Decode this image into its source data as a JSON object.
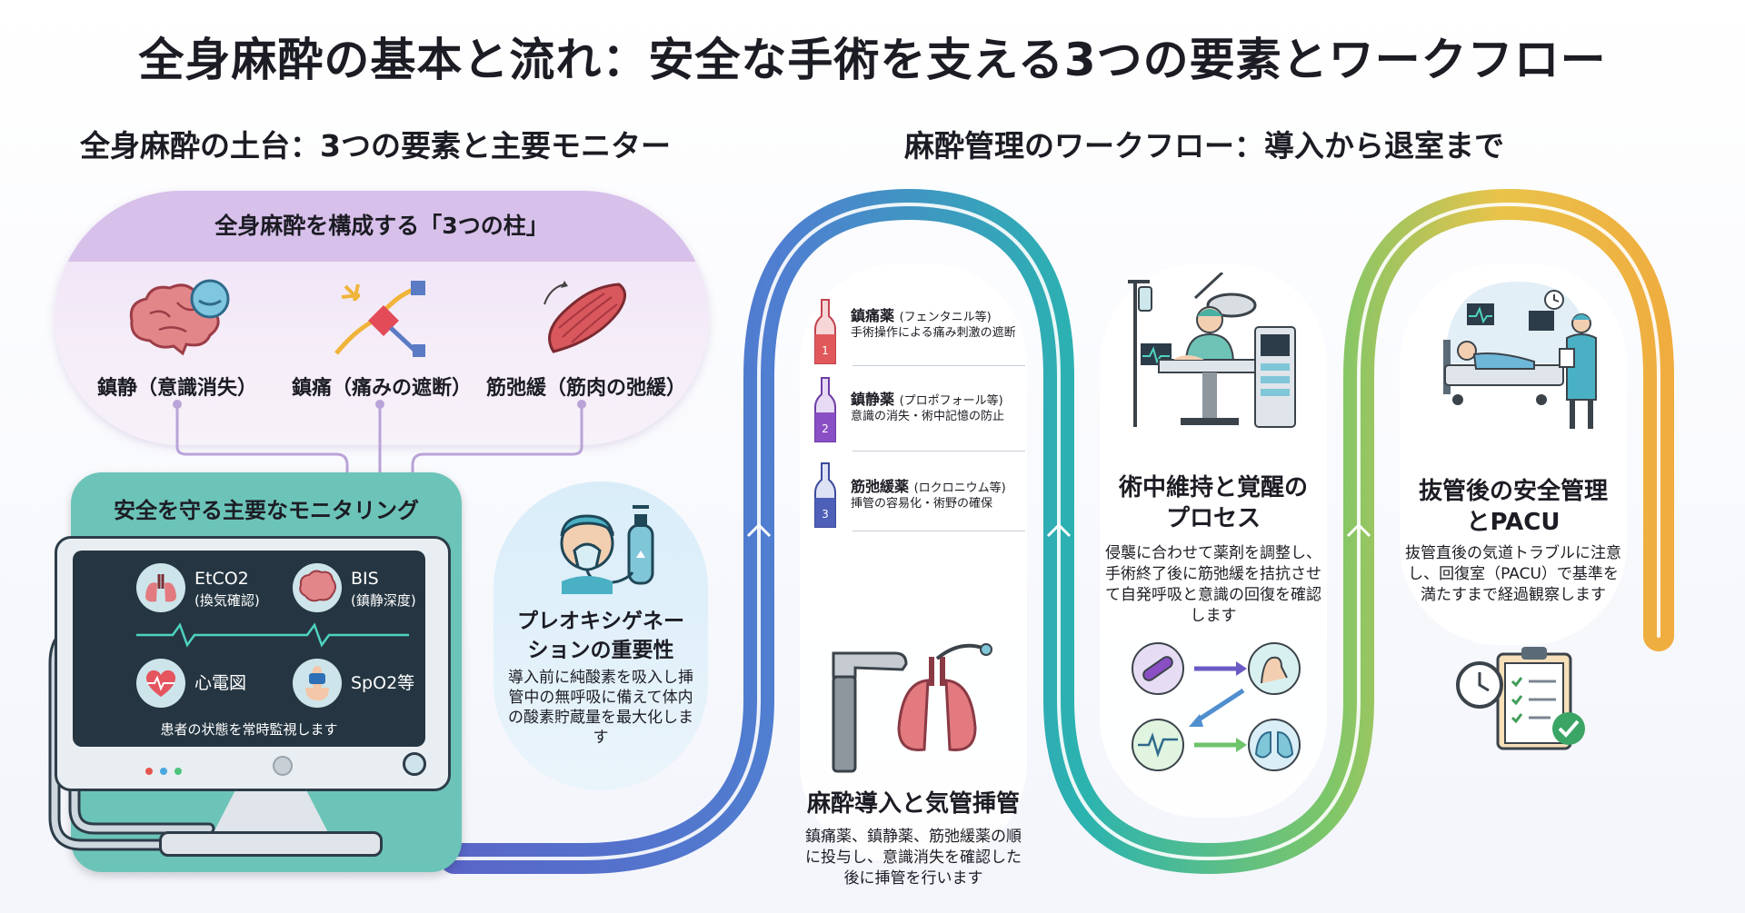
{
  "title": "全身麻酔の基本と流れ：安全な手術を支える3つの要素とワークフロー",
  "left_section_title": "全身麻酔の土台：3つの要素と主要モニター",
  "right_section_title": "麻酔管理のワークフロー：導入から退室まで",
  "pillars": {
    "header": "全身麻酔を構成する「3つの柱」",
    "items": [
      {
        "label": "鎮静（意識消失）",
        "icon": "brain-icon"
      },
      {
        "label": "鎮痛（痛みの遮断）",
        "icon": "nerve-block-icon"
      },
      {
        "label": "筋弛緩（筋肉の弛緩）",
        "icon": "muscle-icon"
      }
    ]
  },
  "monitoring": {
    "title": "安全を守る主要なモニタリング",
    "items": [
      {
        "label": "EtCO2",
        "sub": "(換気確認)",
        "icon": "lungs-icon"
      },
      {
        "label": "BIS",
        "sub": "(鎮静深度)",
        "icon": "brain-icon"
      },
      {
        "label": "心電図",
        "sub": "",
        "icon": "heart-icon"
      },
      {
        "label": "SpO2等",
        "sub": "",
        "icon": "finger-sensor-icon"
      }
    ],
    "caption": "患者の状態を常時監視します"
  },
  "preoxygenation": {
    "title": "プレオキシゲネーションの重要性",
    "title_line1": "プレオキシゲネー",
    "title_line2": "ションの重要性",
    "description": "導入前に純酸素を吸入し挿管中の無呼吸に備えて体内の酸素貯蔵量を最大化します"
  },
  "drugs": [
    {
      "number": "1",
      "name": "鎮痛薬",
      "example": "(フェンタニル等)",
      "description": "手術操作による痛み刺激の遮断",
      "color": "#e0585a"
    },
    {
      "number": "2",
      "name": "鎮静薬",
      "example": "(プロポフォール等)",
      "description": "意識の消失・術中記憶の防止",
      "color": "#8a4fc4"
    },
    {
      "number": "3",
      "name": "筋弛緩薬",
      "example": "(ロクロニウム等)",
      "description": "挿管の容易化・術野の確保",
      "color": "#4e5fb8"
    }
  ],
  "steps": [
    {
      "title": "麻酔導入と気管挿管",
      "description": "鎮痛薬、鎮静薬、筋弛緩薬の順に投与し、意識消失を確認した後に挿管を行います"
    },
    {
      "title": "術中維持と覚醒のプロセス",
      "title_line1": "術中維持と覚醒の",
      "title_line2": "プロセス",
      "description": "侵襲に合わせて薬剤を調整し、手術終了後に筋弛緩を拮抗させて自発呼吸と意識の回復を確認します"
    },
    {
      "title": "抜管後の安全管理とPACU",
      "title_line1": "抜管後の安全管理",
      "title_line2": "とPACU",
      "description": "抜管直後の気道トラブルに注意し、回復室（PACU）で基準を満たすまで経過観察します"
    }
  ],
  "colors": {
    "path_blue": "#4f63c6",
    "path_teal": "#2bb3b0",
    "path_green": "#7cc66a",
    "path_yellow": "#f2b84a",
    "monitor_panel": "#6cc4b8",
    "pillar_header": "#d7c0ea"
  }
}
